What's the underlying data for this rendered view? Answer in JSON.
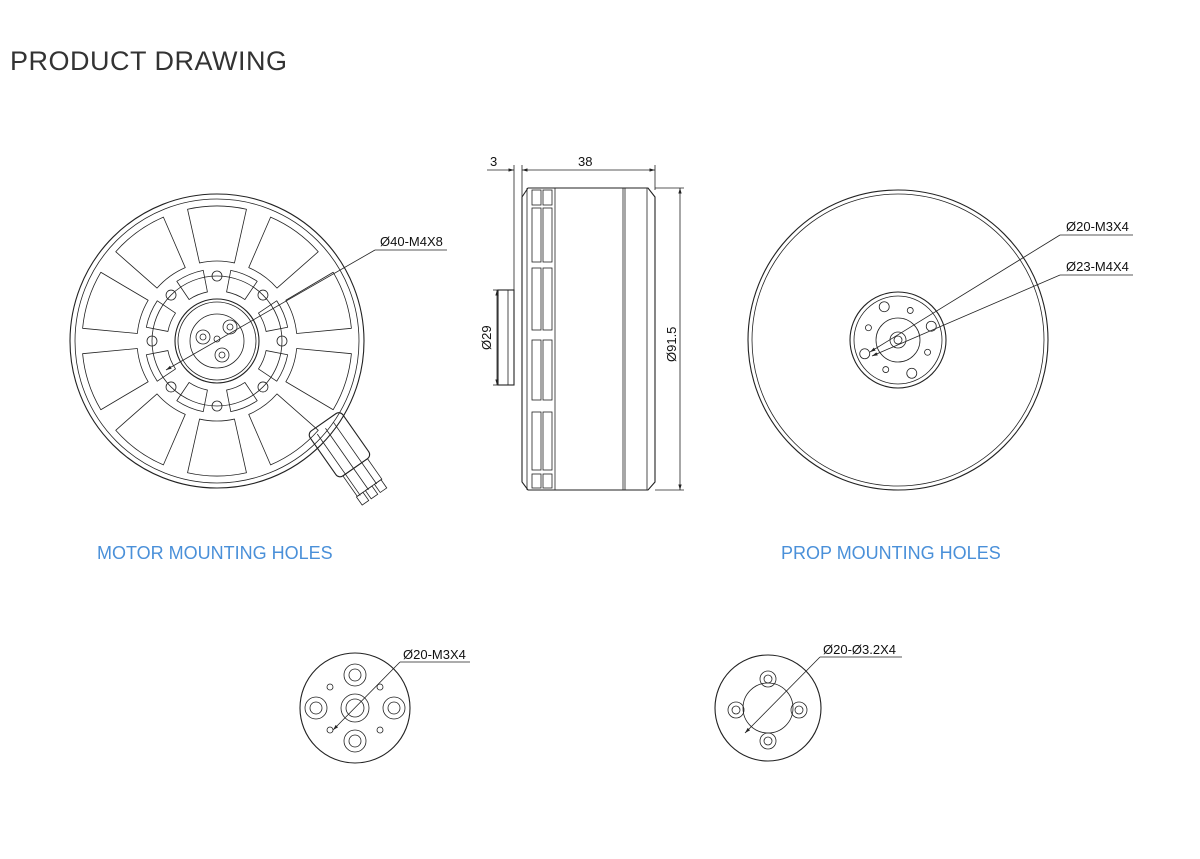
{
  "title": "PRODUCT DRAWING",
  "sections": {
    "motor_mounting": "MOTOR MOUNTING HOLES",
    "prop_mounting": "PROP MOUNTING HOLES"
  },
  "dimensions": {
    "front_bolt_circle": "Ø40-M4X8",
    "flange_thickness": "3",
    "body_length": "38",
    "shaft_diameter": "Ø29",
    "outer_diameter": "Ø91.5",
    "prop_hole_1": "Ø20-M3X4",
    "prop_hole_2": "Ø23-M4X4",
    "motor_mount_detail": "Ø20-M3X4",
    "prop_mount_detail": "Ø20-Ø3.2X4"
  },
  "colors": {
    "title": "#333333",
    "section_label": "#4a90d9",
    "line": "#222222"
  }
}
